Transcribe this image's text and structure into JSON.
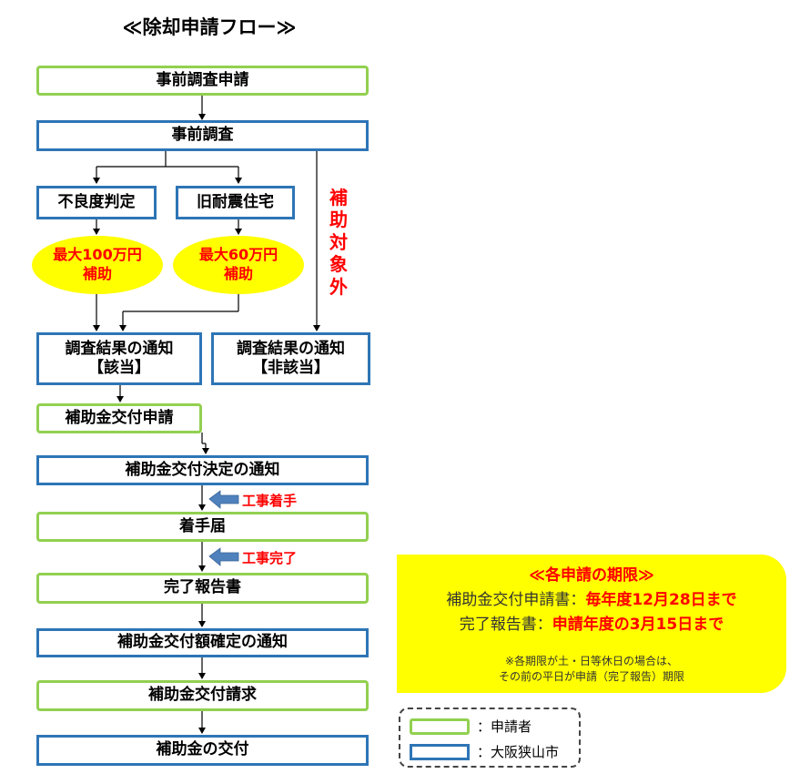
{
  "title": "≪除却申請フロー≫",
  "nodes": {
    "pre_survey_application": "事前調査申請",
    "pre_survey": "事前調査",
    "poor_condition_judgment": "不良度判定",
    "old_seismic_house": "旧耐震住宅",
    "subsidy_100_line1": "最大100万円",
    "subsidy_100_line2": "補助",
    "subsidy_60_line1": "最大60万円",
    "subsidy_60_line2": "補助",
    "not_eligible_chars": [
      "補",
      "助",
      "対",
      "象",
      "外"
    ],
    "result_eligible_line1": "調査結果の通知",
    "result_eligible_line2": "【該当】",
    "result_ineligible_line1": "調査結果の通知",
    "result_ineligible_line2": "【非該当】",
    "grant_application": "補助金交付申請",
    "grant_decision_notice": "補助金交付決定の通知",
    "start_notice": "着手届",
    "completion_report": "完了報告書",
    "grant_amount_notice": "補助金交付額確定の通知",
    "grant_claim": "補助金交付請求",
    "grant_payment": "補助金の交付"
  },
  "arrows": {
    "construction_start": "工事着手",
    "construction_complete": "工事完了"
  },
  "deadline": {
    "title": "≪各申請の期限≫",
    "row1_label": "補助金交付申請書：",
    "row1_value": "毎年度12月28日まで",
    "row2_label": "完了報告書：",
    "row2_value": "申請年度の3月15日まで",
    "note_line1": "※各期限が土・日等休日の場合は、",
    "note_line2": "その前の平日が申請（完了報告）期限"
  },
  "legend": {
    "applicant": "：申請者",
    "city": "：大阪狭山市"
  },
  "colors": {
    "applicant_border": "#92D050",
    "city_border": "#2E75B6",
    "highlight": "#FFFF00",
    "accent_red": "#FF0000",
    "arrow_blue": "#4F81BD"
  }
}
